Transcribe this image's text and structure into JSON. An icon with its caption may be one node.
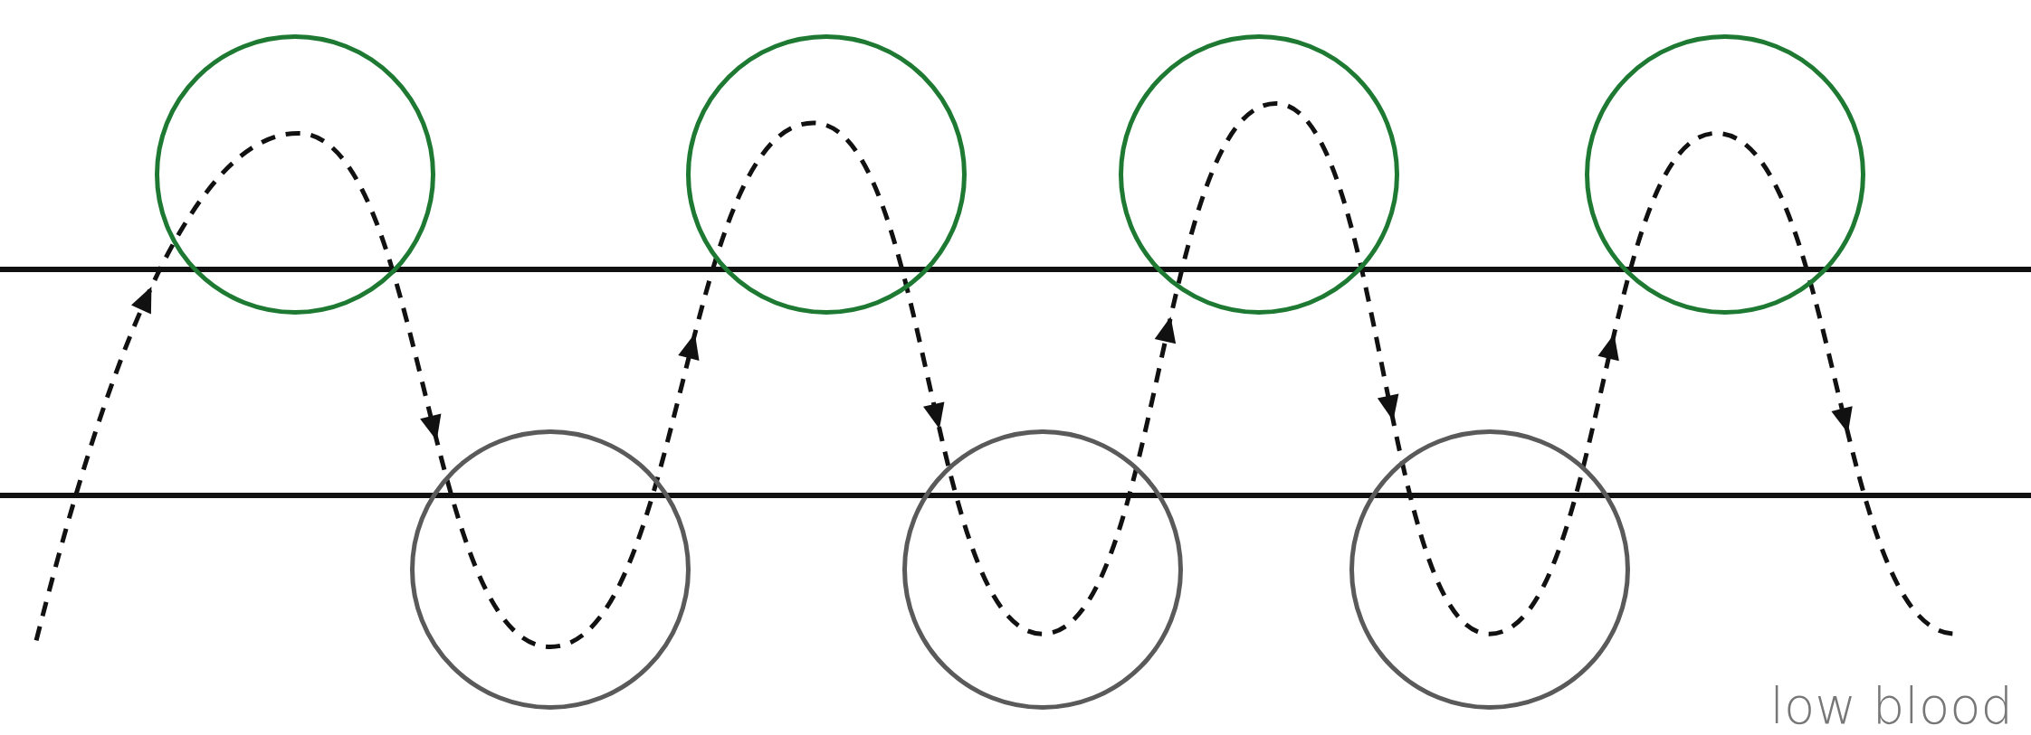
{
  "diagram": {
    "nodes": [
      {
        "text": [],
        "shape": "circle"
      },
      {
        "text": [],
        "shape": "circle"
      },
      {
        "text": [],
        "shape": "circle"
      },
      {
        "text": [],
        "shape": "circle"
      },
      {
        "text": [],
        "shape": "circle"
      },
      {
        "text": [],
        "shape": "circle"
      },
      {
        "text": [],
        "shape": "circle"
      }
    ],
    "labels": [
      "low blood"
    ]
  }
}
